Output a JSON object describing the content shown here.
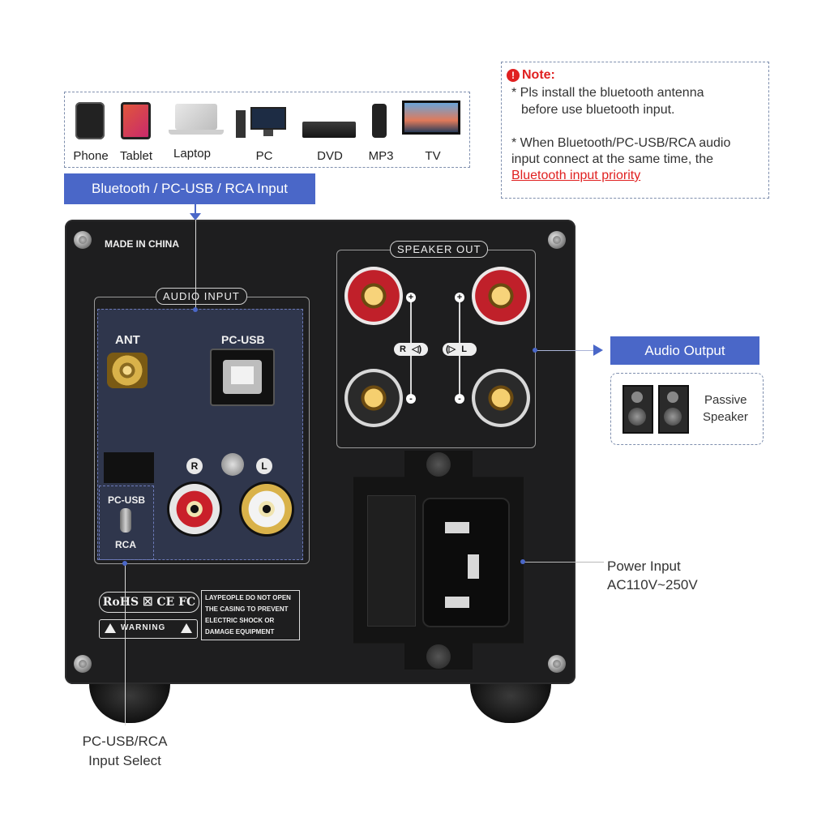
{
  "devices": [
    {
      "label": "Phone",
      "icon": "phone-icon"
    },
    {
      "label": "Tablet",
      "icon": "tablet-icon"
    },
    {
      "label": "Laptop",
      "icon": "laptop-icon"
    },
    {
      "label": "PC",
      "icon": "pc-icon"
    },
    {
      "label": "DVD",
      "icon": "dvd-icon"
    },
    {
      "label": "MP3",
      "icon": "mp3-icon"
    },
    {
      "label": "TV",
      "icon": "tv-icon"
    }
  ],
  "input_label": "Bluetooth / PC-USB / RCA Input",
  "note": {
    "title": "Note:",
    "line1": "* Pls install the bluetooth antenna",
    "line2": "before use bluetooth input.",
    "line3": "* When Bluetooth/PC-USB/RCA audio",
    "line4": "input connect at the same time, the",
    "line5": "Bluetooth input priority"
  },
  "panel": {
    "made_in": "MADE IN CHINA",
    "audio_input": "AUDIO INPUT",
    "ant": "ANT",
    "pc_usb": "PC-USB",
    "r": "R",
    "l": "L",
    "switch_top": "PC-USB",
    "switch_bottom": "RCA",
    "cert": "RoHS ☒ CE FC",
    "warning": "WARNING",
    "caution_lines": [
      "LAYPEOPLE DO NOT OPEN",
      "THE CASING TO PREVENT",
      "ELECTRIC SHOCK OR",
      "DAMAGE EQUIPMENT"
    ],
    "speaker_out": "SPEAKER OUT",
    "spk_r": "R",
    "spk_l": "L",
    "plus": "+",
    "minus": "-"
  },
  "audio_output_label": "Audio Output",
  "passive_speaker": {
    "line1": "Passive",
    "line2": "Speaker"
  },
  "power_input": {
    "line1": "Power Input",
    "line2": "AC110V~250V"
  },
  "input_select": {
    "line1": "PC-USB/RCA",
    "line2": "Input Select"
  },
  "colors": {
    "accent": "#4a67c8",
    "note_red": "#e02020",
    "panel": "#1e1e1f"
  }
}
